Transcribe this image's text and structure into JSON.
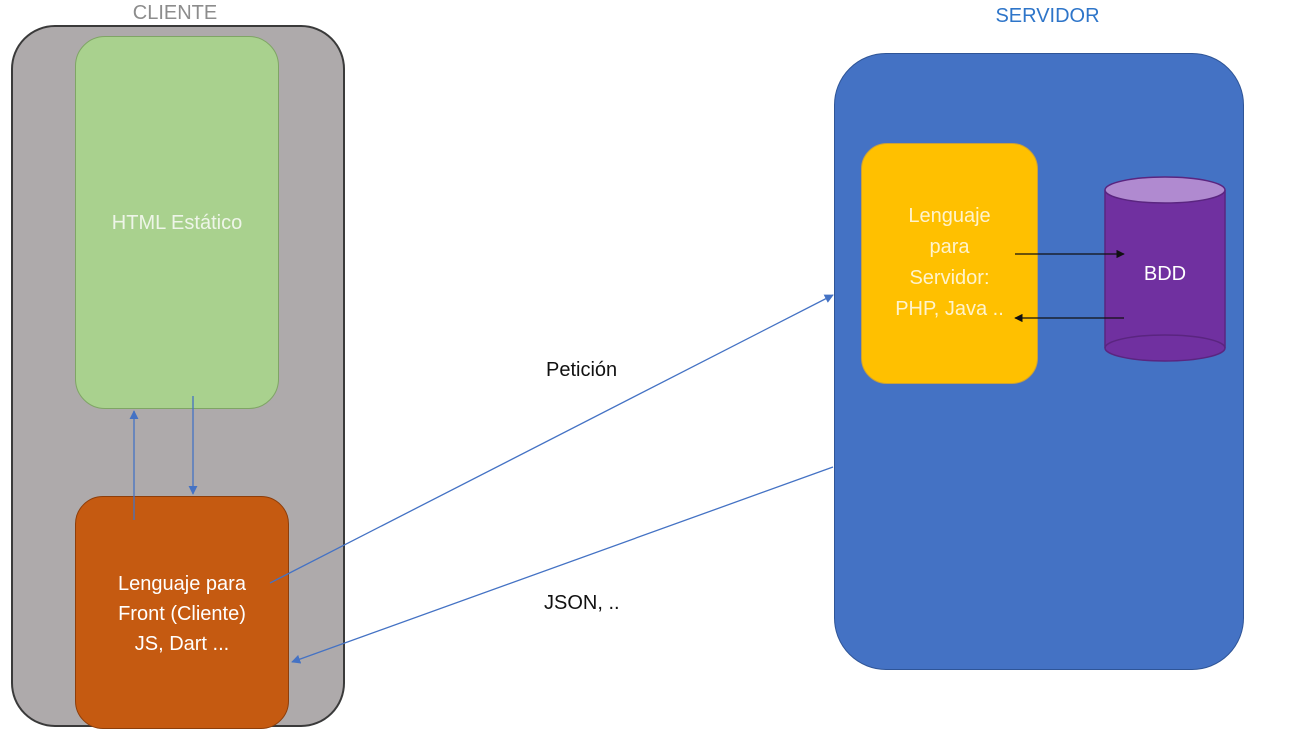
{
  "client": {
    "title": "CLIENTE",
    "html_label": "HTML Estático",
    "front_label": "Lenguaje para\nFront (Cliente)\nJS, Dart ..."
  },
  "server": {
    "title": "SERVIDOR",
    "lang_label": "Lenguaje\npara\nServidor:\nPHP, Java ..",
    "db_label": "BDD"
  },
  "edges": {
    "request_label": "Petición",
    "response_label": "JSON, .."
  },
  "colors": {
    "client_panel": "#aeaaab",
    "html_box": "#a9d18e",
    "front_box": "#c55a11",
    "server_panel": "#4472c4",
    "server_lang_box": "#ffc000",
    "database": "#7030a0",
    "arrow": "#4472c4",
    "server_title": "#2e75c9",
    "client_title": "#8c8c8c"
  }
}
